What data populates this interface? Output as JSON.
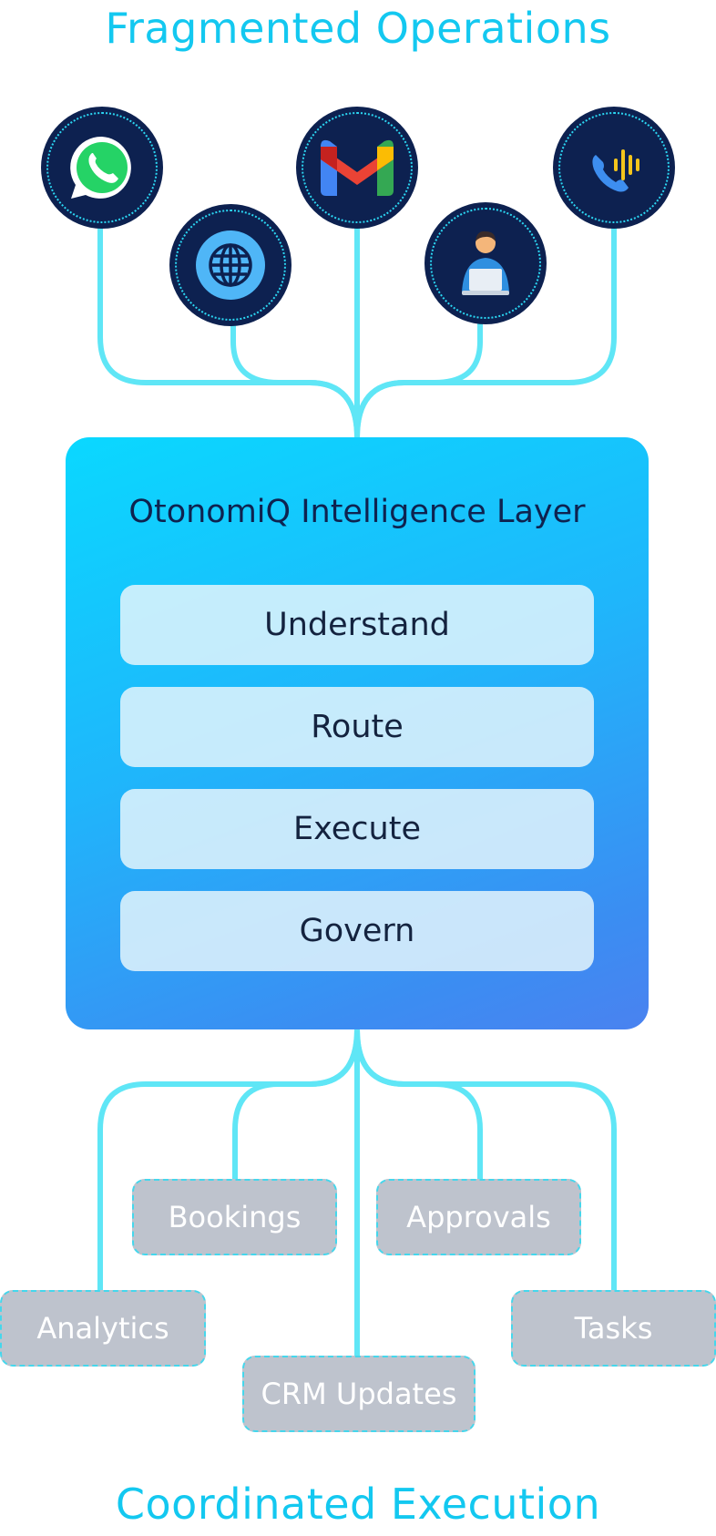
{
  "top_title": "Fragmented Operations",
  "bottom_title": "Coordinated Execution",
  "channels": [
    {
      "icon": "whatsapp-icon"
    },
    {
      "icon": "globe-icon"
    },
    {
      "icon": "gmail-icon"
    },
    {
      "icon": "agent-icon"
    },
    {
      "icon": "voice-call-icon"
    }
  ],
  "layer": {
    "title": "OtonomiQ Intelligence Layer",
    "steps": [
      "Understand",
      "Route",
      "Execute",
      "Govern"
    ]
  },
  "outcomes": {
    "bookings": "Bookings",
    "approvals": "Approvals",
    "analytics": "Analytics",
    "tasks": "Tasks",
    "crm_updates": "CRM Updates"
  },
  "colors": {
    "heading": "#13c8f0",
    "connector": "#5fe6f6",
    "icon_circle": "#0d2150",
    "layer_gradient_start": "#0ad8ff",
    "layer_gradient_end": "#4a82f0",
    "step_fill": "#e4f4fc",
    "outcome_fill": "#bec3cd"
  }
}
